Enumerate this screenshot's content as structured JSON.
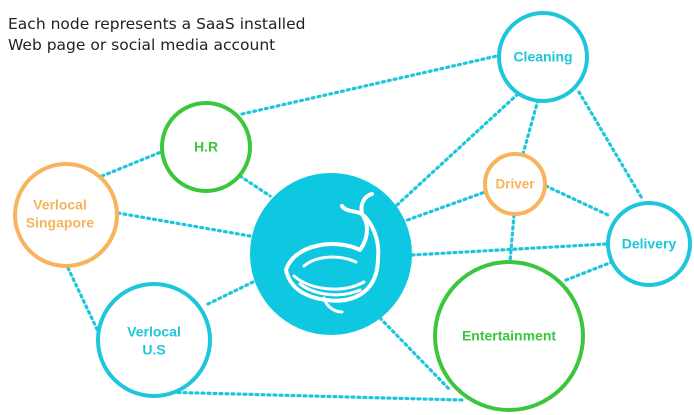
{
  "caption": {
    "line1": "Each node represents a SaaS installed",
    "line2": "Web page or social media account"
  },
  "colors": {
    "cyan": "#1ec6dc",
    "green": "#3cc63c",
    "orange": "#f7b45c",
    "hub_fill": "#0ec8e2",
    "edge": "#1ec6dc"
  },
  "center_icon": "whale-icon",
  "nodes": {
    "cleaning": {
      "label": "Cleaning"
    },
    "hr": {
      "label": "H.R"
    },
    "driver": {
      "label": "Driver"
    },
    "verlocal_singapore": {
      "label_line1": "Verlocal",
      "label_line2": "Singapore"
    },
    "delivery": {
      "label": "Delivery"
    },
    "verlocal_us": {
      "label_line1": "Verlocal",
      "label_line2": "U.S"
    },
    "entertainment": {
      "label": "Entertainment"
    }
  }
}
